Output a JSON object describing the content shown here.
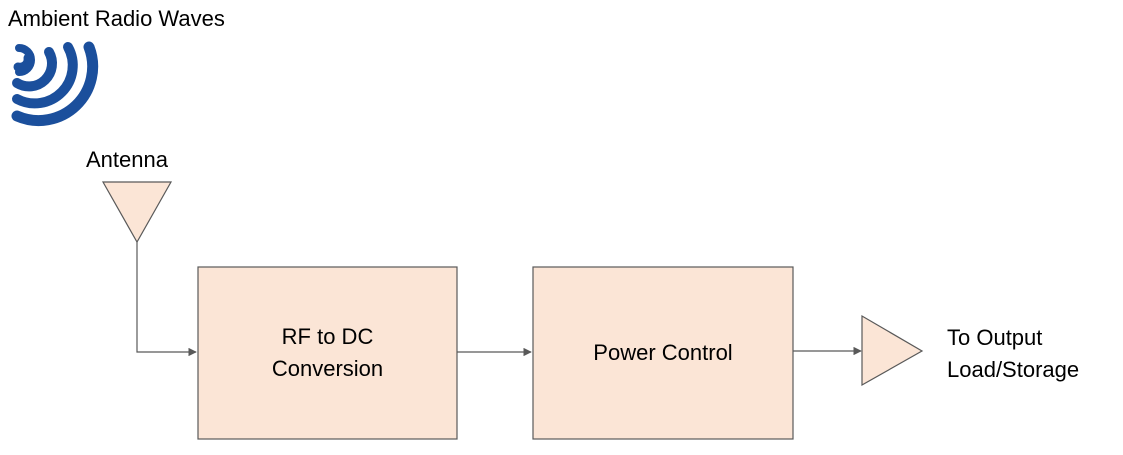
{
  "diagram": {
    "title": "Ambient Radio Waves",
    "antenna_label": "Antenna",
    "blocks": [
      {
        "id": "rf-dc",
        "lines": [
          "RF to DC",
          "Conversion"
        ]
      },
      {
        "id": "power-control",
        "lines": [
          "Power Control"
        ]
      }
    ],
    "output_label_lines": [
      "To Output",
      "Load/Storage"
    ]
  },
  "colors": {
    "block_fill": "#FBE5D6",
    "block_stroke": "#595959",
    "wave_icon": "#1B4F9C",
    "connector": "#595959"
  },
  "icons": {
    "radio_waves": "radio-waves-icon",
    "antenna": "antenna-symbol-icon",
    "output_amplifier": "triangle-output-icon"
  }
}
